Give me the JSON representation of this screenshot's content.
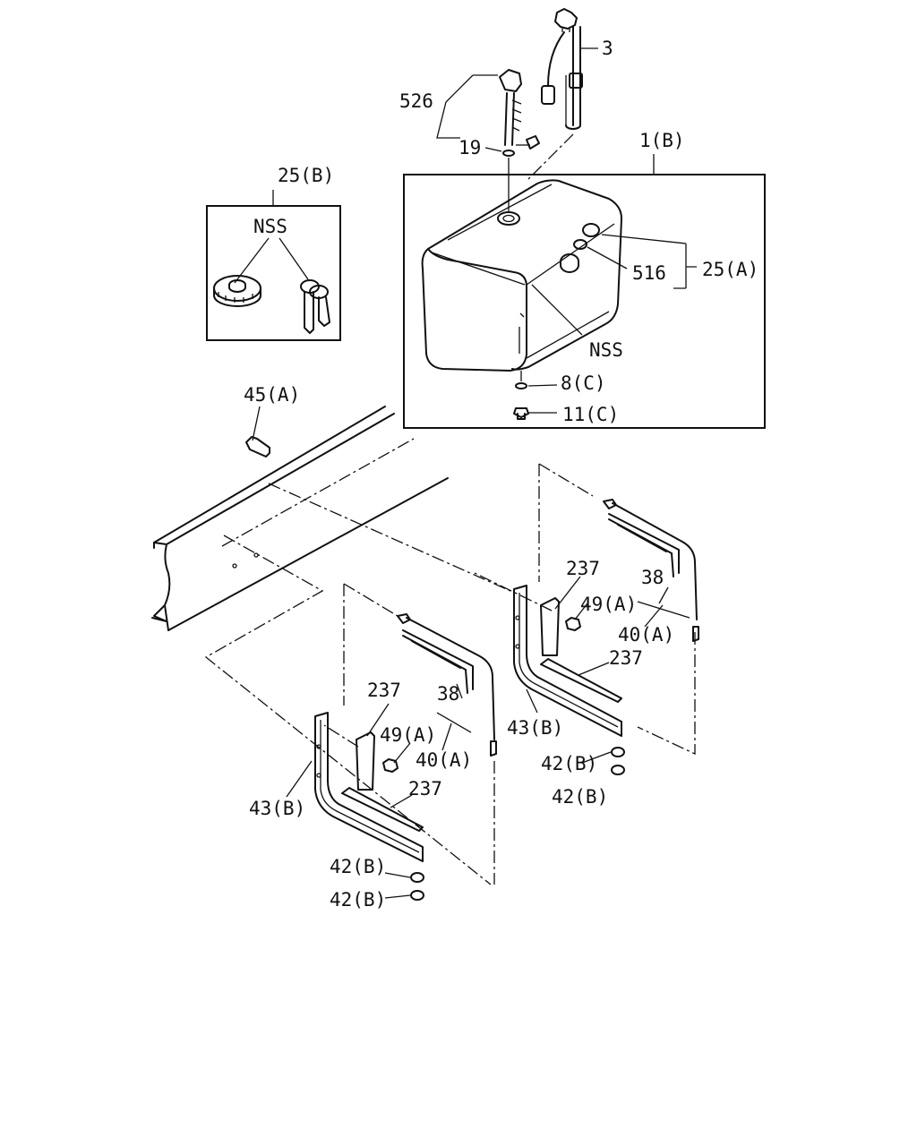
{
  "labels": {
    "l3": "3",
    "l526": "526",
    "l19": "19",
    "l1b": "1(B)",
    "l25b": "25(B)",
    "lnss_box": "NSS",
    "l516": "516",
    "l25a": "25(A)",
    "lnss_tank": "NSS",
    "l8c": "8(C)",
    "l11c": "11(C)",
    "l45a": "45(A)",
    "l237_r1": "237",
    "l38_r": "38",
    "l49a_r": "49(A)",
    "l40a_r": "40(A)",
    "l237_r2": "237",
    "l43b_r": "43(B)",
    "l42b_r1": "42(B)",
    "l42b_r2": "42(B)",
    "l237_l1": "237",
    "l38_l": "38",
    "l49a_l": "49(A)",
    "l40a_l": "40(A)",
    "l237_l2": "237",
    "l43b_l": "43(B)",
    "l42b_l1": "42(B)",
    "l42b_l2": "42(B)"
  }
}
